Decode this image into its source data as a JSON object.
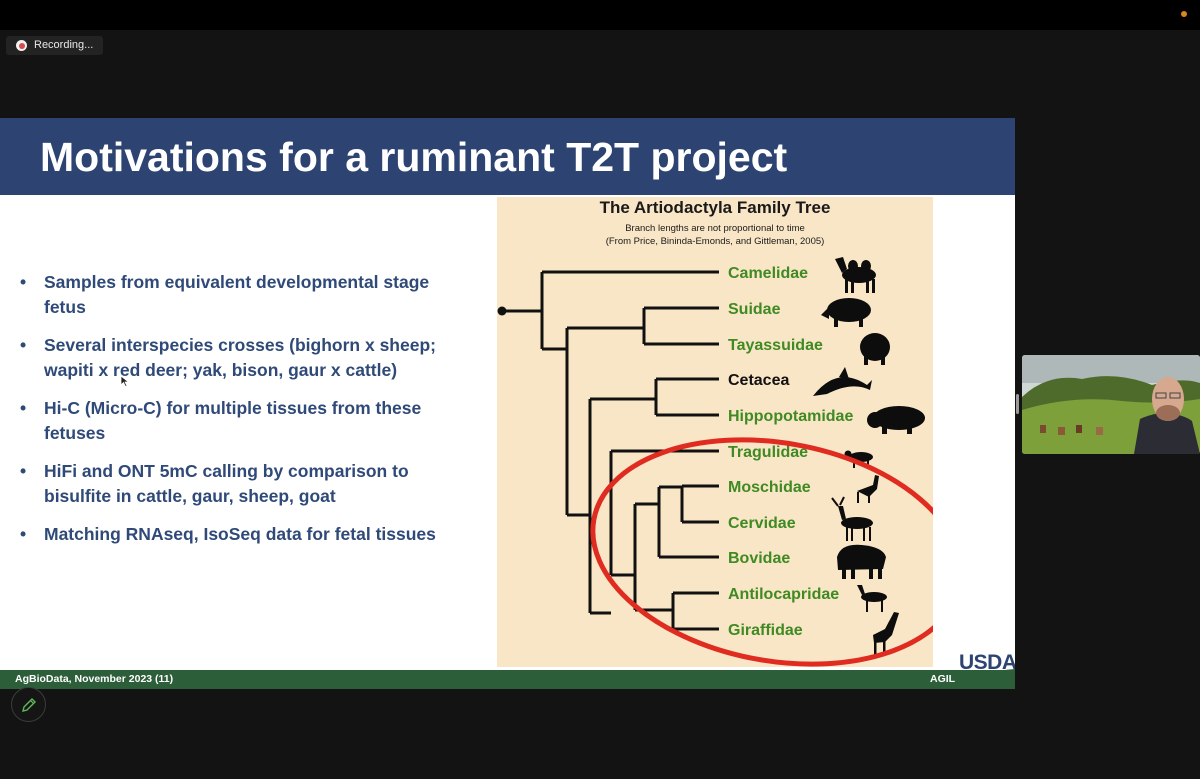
{
  "recording": {
    "label": "Recording..."
  },
  "slide": {
    "title": "Motivations for a ruminant T2T project",
    "bullets": [
      "Samples from equivalent developmental stage fetus",
      "Several interspecies crosses (bighorn x sheep; wapiti x red deer; yak, bison, gaur x cattle)",
      "Hi-C (Micro-C) for multiple tissues from these fetuses",
      "HiFi and ONT 5mC calling by comparison to bisulfite in cattle, gaur, sheep, goat",
      "Matching RNAseq, IsoSeq data for fetal tissues"
    ],
    "bullet_symbol": "•",
    "tree": {
      "title": "The Artiodactyla Family Tree",
      "subtitle1": "Branch lengths are not proportional to time",
      "subtitle2": "(From Price, Bininda-Emonds, and Gittleman, 2005)",
      "taxa": [
        "Camelidae",
        "Suidae",
        "Tayassuidae",
        "Cetacea",
        "Hippopotamidae",
        "Tragulidae",
        "Moschidae",
        "Cervidae",
        "Bovidae",
        "Antilocapridae",
        "Giraffidae"
      ],
      "colors": {
        "green": "#3f8a23",
        "black": "#111111",
        "highlight": "#e02b20"
      }
    },
    "footer": {
      "left": "AgBioData, November 2023 (11)",
      "right": "AGIL"
    },
    "logo": "USDA"
  },
  "colors": {
    "header": "#2d4472",
    "bullet_text": "#2f4a78",
    "footer": "#2d5e3a"
  },
  "icons": [
    "record-icon",
    "pencil-icon",
    "usda-logo",
    "camera-off-icon",
    "participant-video"
  ]
}
